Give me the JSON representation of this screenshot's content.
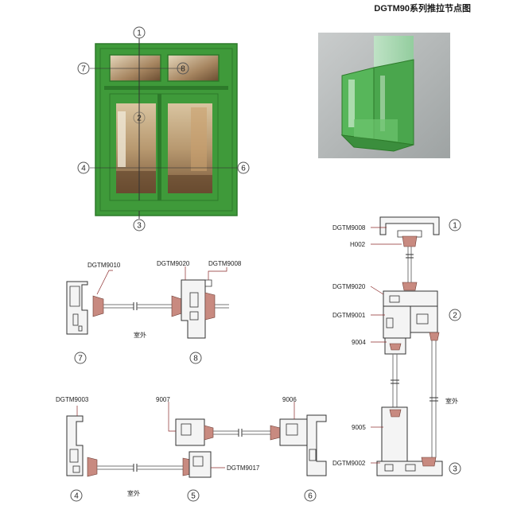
{
  "title": "DGTM90系列推拉节点图",
  "photo_callouts": [
    "1",
    "2",
    "3",
    "4",
    "6",
    "7",
    "8"
  ],
  "labels": {
    "dgtm9010": "DGTM9010",
    "dgtm9020_left": "DGTM9020",
    "dgtm9008_left": "DGTM9008",
    "dgtm9008_right": "DGTM9008",
    "h002": "H002",
    "dgtm9020_right": "DGTM9020",
    "dgtm9001": "DGTM9001",
    "n9004": "9004",
    "n9005": "9005",
    "dgtm9002": "DGTM9002",
    "dgtm9003": "DGTM9003",
    "n9007": "9007",
    "n9006": "9006",
    "dgtm9017": "DGTM9017"
  },
  "outside_texts": [
    "室外",
    "室外",
    "室外"
  ],
  "section_numbers": [
    "7",
    "8",
    "4",
    "5",
    "6",
    "1",
    "2",
    "3"
  ],
  "colors": {
    "frame_green": "#3f9a3a",
    "frame_dark": "#2d7a2a",
    "leader": "#8b2a2a",
    "render_bg": "#b4b8b8"
  }
}
